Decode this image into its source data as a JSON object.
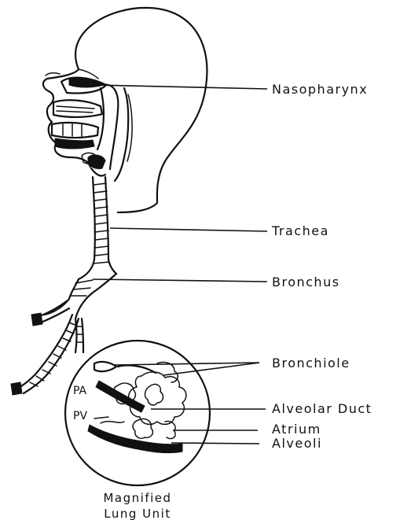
{
  "labels": {
    "nasopharynx": "Nasopharynx",
    "trachea": "Trachea",
    "bronchus": "Bronchus",
    "bronchiole": "Bronchiole",
    "alveolar_duct": "Alveolar Duct",
    "atrium": "Atrium",
    "alveoli": "Alveoli",
    "pa": "PA",
    "pv": "PV"
  },
  "caption": {
    "line1": "Magnified",
    "line2": "Lung Unit"
  }
}
